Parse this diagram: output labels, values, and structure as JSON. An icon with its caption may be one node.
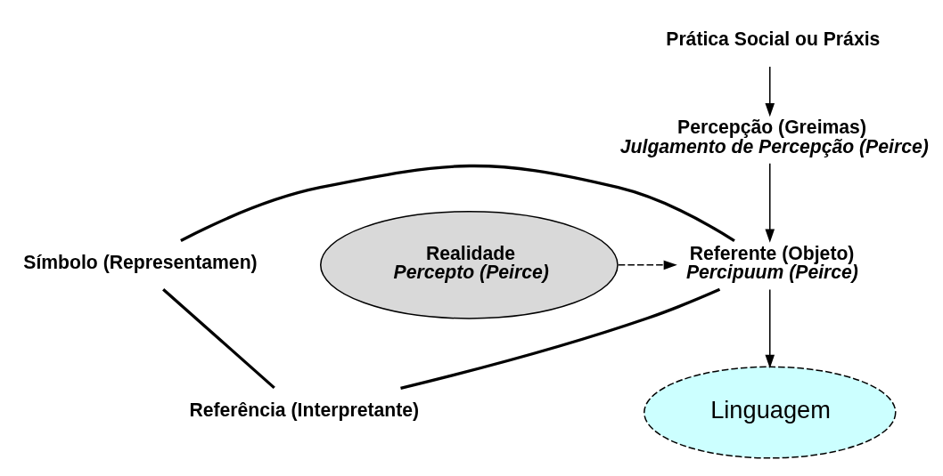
{
  "diagram": {
    "nodes": [
      {
        "text": [
          "Prática Social ou Práxis"
        ]
      },
      {
        "text": [
          "Percepção (Greimas)",
          "Julgamento de Percepção (Peirce)"
        ]
      },
      {
        "text": [
          "Referência (Interpretante)"
        ]
      },
      {
        "text": [
          "Linguagem"
        ]
      },
      {
        "text": [
          "Símbolo (Representamen)"
        ]
      },
      {
        "text": [
          "Referente (Objeto)",
          "Percipuum (Peirce)"
        ]
      },
      {
        "text": [
          "Realidade",
          "Percepto (Peirce)"
        ]
      }
    ],
    "edges": [
      {
        "from": 0,
        "to": 1,
        "arrow": "to"
      },
      {
        "from": 1,
        "to": 5,
        "arrow": "to"
      },
      {
        "from": 2,
        "to": 4,
        "arrow": "none",
        "style": "thick"
      },
      {
        "from": 4,
        "to": 5,
        "arrow": "none",
        "style": "thick"
      },
      {
        "from": 5,
        "to": 2,
        "arrow": "none",
        "style": "thick"
      },
      {
        "from": 5,
        "to": 3,
        "arrow": "to"
      },
      {
        "from": 6,
        "to": 5,
        "arrow": "to",
        "style": "dashed"
      }
    ]
  }
}
